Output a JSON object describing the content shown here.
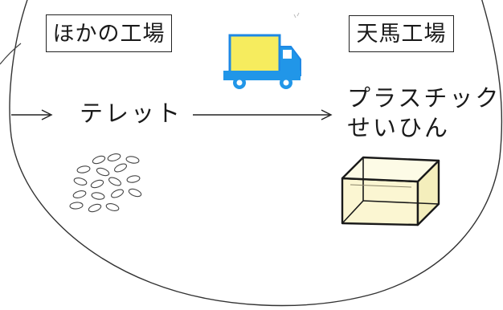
{
  "other_factory": {
    "label": "ほかの工場",
    "item_label": "テレット",
    "item_icon": "pellets-illustration"
  },
  "tenma_factory": {
    "label": "天馬工場",
    "product_line1": "プラスチック",
    "product_line2": "せいひん",
    "product_icon": "plastic-container-illustration"
  },
  "transport": {
    "icon": "delivery-truck-illustration"
  },
  "colors": {
    "truck_cargo": "#f6ec5e",
    "truck_body": "#2196e8",
    "line": "#222222",
    "container_fill": "#fbf6d2"
  }
}
